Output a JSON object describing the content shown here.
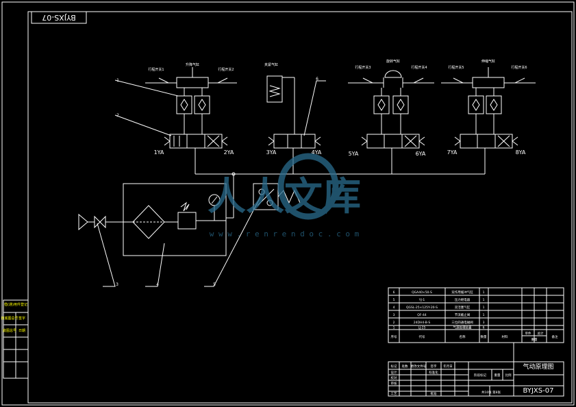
{
  "drawing_code_top": "BYJXS-07",
  "drawing_code": "BYJXS-07",
  "drawing_title": "气动原理图",
  "cylinders": {
    "c1": "升降气缸",
    "c2": "夹紧气缸",
    "c3": "旋转气缸",
    "c4": "伸缩气缸"
  },
  "travel_switches": [
    "行程开关1",
    "行程开关2",
    "行程开关3",
    "行程开关4",
    "行程开关5",
    "行程开关6"
  ],
  "solenoids": [
    "1YA",
    "2YA",
    "3YA",
    "4YA",
    "5YA",
    "6YA",
    "7YA",
    "8YA"
  ],
  "callouts": [
    "1",
    "2",
    "3",
    "4",
    "5",
    "6"
  ],
  "watermark": {
    "text": "人人文库",
    "url": "w w w . r e n r e n d o c . c o m"
  },
  "left_strip": [
    "借(通)用件登记",
    "旧底图总号",
    "底图总号",
    "签字",
    "日期"
  ],
  "bom": {
    "rows": [
      {
        "no": "6",
        "code": "QGA40×50-S",
        "name": "双作用缓冲气缸",
        "qty": "1"
      },
      {
        "no": "5",
        "code": "YJ-1",
        "name": "压力继电器",
        "qty": "1"
      },
      {
        "no": "4",
        "code": "QGSL-25×125Y-20-S",
        "name": "双活塞气缸",
        "qty": "1"
      },
      {
        "no": "3",
        "code": "QF-44",
        "name": "节流截止阀",
        "qty": "1"
      },
      {
        "no": "2",
        "code": "24DH4-B-S",
        "name": "三位四通电磁阀",
        "qty": "3"
      },
      {
        "no": "1",
        "code": "LJ-25",
        "name": "气源处理装置",
        "qty": "6"
      }
    ],
    "header": {
      "no": "序号",
      "code": "代号",
      "name": "名称",
      "qty": "数量",
      "material": "材料",
      "unit_w": "单件",
      "total_w": "总计",
      "weight": "重量",
      "note": "备注"
    }
  },
  "title_block": {
    "mark": "标记",
    "count": "处数",
    "file": "更改文件号",
    "sign": "签字",
    "date": "年月日",
    "design": "设计",
    "std": "标准化",
    "check": "校对",
    "review": "审核",
    "craft": "工艺",
    "approve": "批准",
    "stage": "阶段标记",
    "weight": "重量",
    "scale": "比例",
    "sheets": "共10张 第8张"
  }
}
